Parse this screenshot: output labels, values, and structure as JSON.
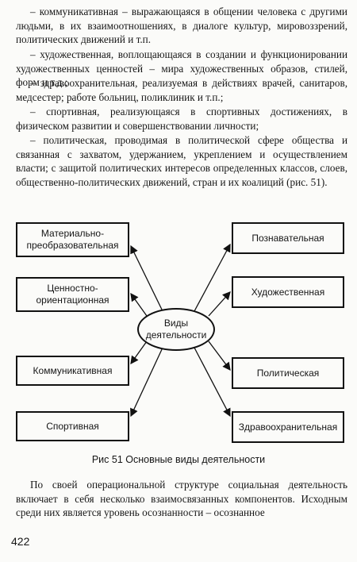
{
  "paragraphs": [
    "– коммуникативная – выражающаяся в общении человека с другими людьми, в их взаимоотношениях, в диалоге культур, мировоззрений, политических движений и т.п.",
    "– художественная, воплощающаяся в создании и функционировании художественных ценностей – мира художественных образов, стилей, форм и т.д.;",
    "– здравоохранительная, реализуемая в действиях врачей, санитаров, медсестер; работе больниц, поликлиник и т.п.;",
    "– спортивная, реализующаяся в спортивных достижениях, в физическом развитии и совершенствовании личности;",
    "– политическая, проводимая в политической сфере общества и связанная с захватом, удержанием, укреплением и осуществлением власти; с защитой политических интересов определенных классов, слоев, общественно-политических движений, стран и их коалиций (рис. 51)."
  ],
  "diagram": {
    "center": "Виды деятельности",
    "left": [
      "Материально-преобразовательная",
      "Ценностно-ориентационная",
      "Коммуникативная",
      "Спортивная"
    ],
    "right": [
      "Познавательная",
      "Художественная",
      "Политическая",
      "Здравоохранительная"
    ]
  },
  "caption": "Рис 51  Основные виды деятельности",
  "closing_paragraph": "По своей операциональной структуре социальная деятельность включает в себя несколько взаимосвязанных компонентов. Исходным среди них является уровень осознанности – осознанное",
  "page_number": "422"
}
